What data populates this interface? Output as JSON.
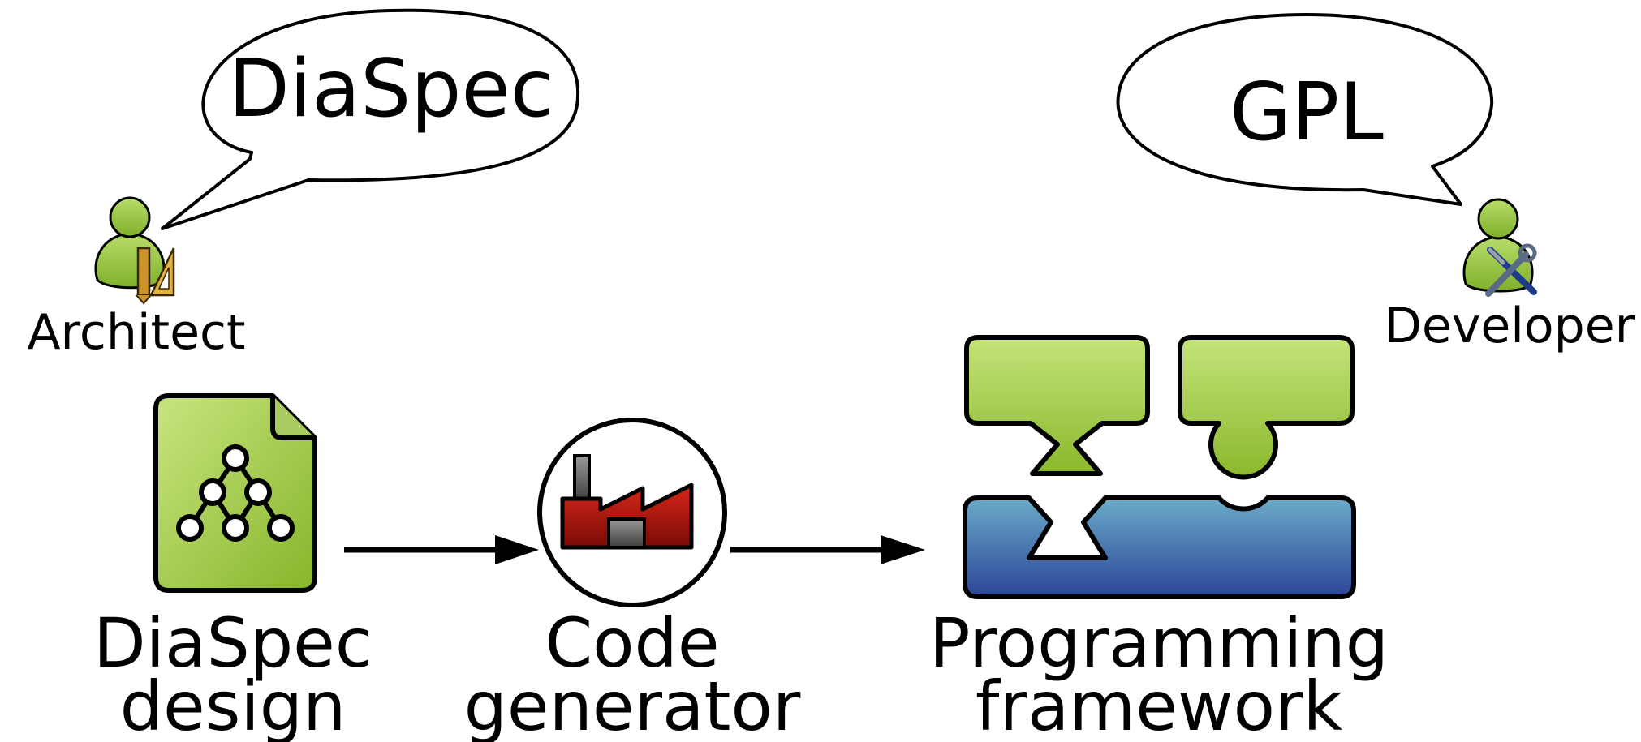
{
  "bubbles": {
    "architect_speech": "DiaSpec",
    "developer_speech": "GPL"
  },
  "actors": {
    "architect": "Architect",
    "developer": "Developer"
  },
  "components": {
    "design": {
      "line1": "DiaSpec",
      "line2": "design"
    },
    "generator": {
      "line1": "Code",
      "line2": "generator"
    },
    "framework": {
      "line1": "Programming",
      "line2": "framework"
    }
  },
  "colors": {
    "green_light": "#c5e37a",
    "green_dark": "#8ab82c",
    "blue_light": "#66a7c6",
    "blue_dark": "#2f4c9a",
    "factory_red": "#c4140c",
    "outline": "#000000"
  }
}
